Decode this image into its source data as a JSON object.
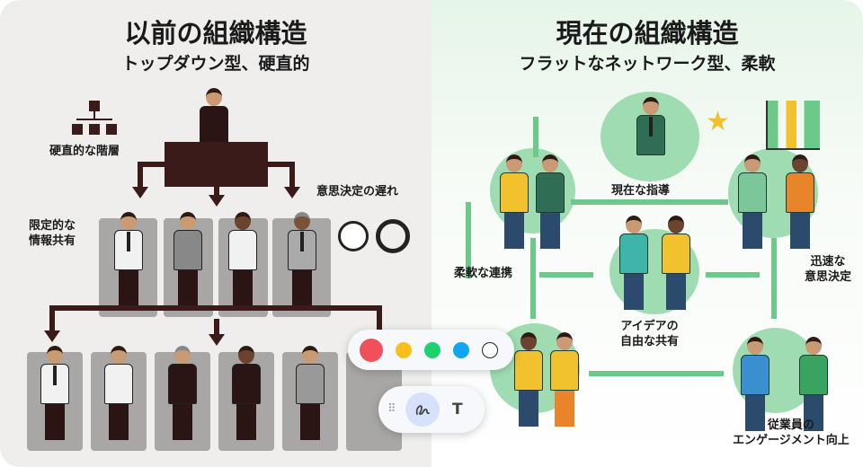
{
  "left": {
    "title": "以前の組織構造",
    "subtitle": "トップダウン型、硬直的",
    "labels": {
      "hierarchy": "硬直的な階層",
      "delay": "意思決定の遅れ",
      "info_line1": "限定的な",
      "info_line2": "情報共有"
    }
  },
  "right": {
    "title": "現在の組織構造",
    "subtitle": "フラットなネットワーク型、柔軟",
    "labels": {
      "leadership": "現在な指導",
      "quick_line1": "迅速な",
      "quick_line2": "意思決定",
      "collab": "柔軟な連携",
      "ideas_line1": "アイデアの",
      "ideas_line2": "自由な共有",
      "engage_line1": "従業員の",
      "engage_line2": "エンゲージメント向上"
    }
  },
  "palette": {
    "colors": [
      "#f0505a",
      "#fbbf1d",
      "#1ed16f",
      "#10a6f2",
      "#ffffff"
    ],
    "tools": {
      "text_tool": "T"
    }
  }
}
